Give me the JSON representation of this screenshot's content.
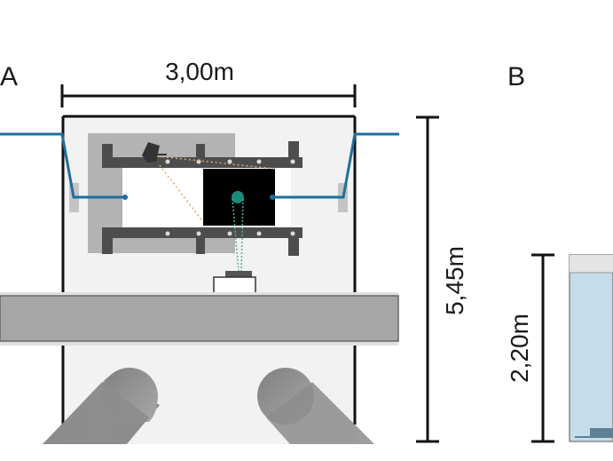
{
  "panels": {
    "a": {
      "label": "A"
    },
    "b": {
      "label": "B"
    }
  },
  "dimensions": {
    "width_a": "3,00m",
    "height_a": "5,45m",
    "height_b": "2,20m"
  },
  "colors": {
    "rope": "#1f6e9c",
    "beam": "#a6a6a6",
    "frame": "#4d4d4d",
    "window": "#000000",
    "ball": "#1a8a7a",
    "laser": "#d9a86c",
    "water": "#c5dcea",
    "enclosure": "#f2f2f2"
  }
}
